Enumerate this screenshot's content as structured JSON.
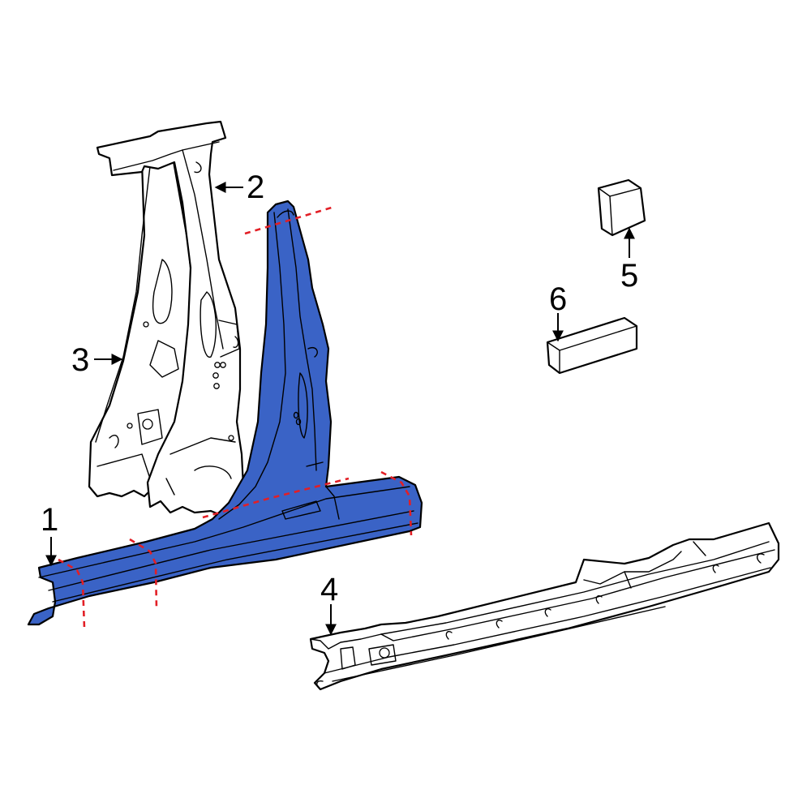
{
  "colors": {
    "highlight_part": "#3a63c6",
    "cut_line": "#e21f26",
    "line_art": "#000000",
    "background": "#ffffff"
  },
  "callouts": [
    {
      "id": "1",
      "label": "1"
    },
    {
      "id": "2",
      "label": "2"
    },
    {
      "id": "3",
      "label": "3"
    },
    {
      "id": "4",
      "label": "4"
    },
    {
      "id": "5",
      "label": "5"
    },
    {
      "id": "6",
      "label": "6"
    }
  ]
}
